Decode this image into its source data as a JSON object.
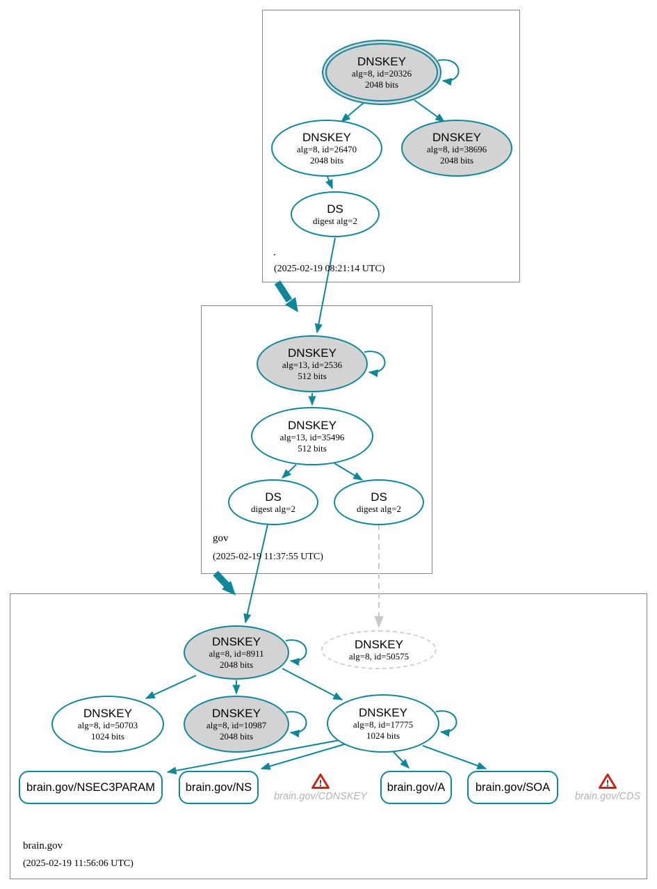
{
  "colors": {
    "accent_teal": "#0d8799",
    "node_fill_gray": "#d3d3d3",
    "dashed_gray": "#c9c9c9",
    "warning_red": "#cd2016",
    "zone_border_gray": "#848484"
  },
  "zones": {
    "root": {
      "name": ".",
      "timestamp": "(2025-02-19 08:21:14 UTC)"
    },
    "gov": {
      "name": "gov",
      "timestamp": "(2025-02-19 11:37:55 UTC)"
    },
    "brain": {
      "name": "brain.gov",
      "timestamp": "(2025-02-19 11:56:06 UTC)"
    }
  },
  "nodes": {
    "root_ksk": {
      "type": "DNSKEY",
      "detail1": "alg=8, id=20326",
      "detail2": "2048 bits"
    },
    "root_zsk": {
      "type": "DNSKEY",
      "detail1": "alg=8, id=26470",
      "detail2": "2048 bits"
    },
    "root_key38696": {
      "type": "DNSKEY",
      "detail1": "alg=8, id=38696",
      "detail2": "2048 bits"
    },
    "root_ds": {
      "type": "DS",
      "detail1": "digest alg=2"
    },
    "gov_ksk": {
      "type": "DNSKEY",
      "detail1": "alg=13, id=2536",
      "detail2": "512 bits"
    },
    "gov_zsk": {
      "type": "DNSKEY",
      "detail1": "alg=13, id=35496",
      "detail2": "512 bits"
    },
    "gov_ds_left": {
      "type": "DS",
      "detail1": "digest alg=2"
    },
    "gov_ds_right": {
      "type": "DS",
      "detail1": "digest alg=2"
    },
    "brain_ksk": {
      "type": "DNSKEY",
      "detail1": "alg=8, id=8911",
      "detail2": "2048 bits"
    },
    "brain_key_50575": {
      "type": "DNSKEY",
      "detail1": "alg=8, id=50575"
    },
    "brain_key_50703": {
      "type": "DNSKEY",
      "detail1": "alg=8, id=50703",
      "detail2": "1024 bits"
    },
    "brain_key_10987": {
      "type": "DNSKEY",
      "detail1": "alg=8, id=10987",
      "detail2": "2048 bits"
    },
    "brain_zsk": {
      "type": "DNSKEY",
      "detail1": "alg=8, id=17775",
      "detail2": "1024 bits"
    }
  },
  "rrsets": {
    "nsec3param": "brain.gov/NSEC3PARAM",
    "ns": "brain.gov/NS",
    "a": "brain.gov/A",
    "soa": "brain.gov/SOA"
  },
  "warnings": {
    "cdnskey": "brain.gov/CDNSKEY",
    "cds": "brain.gov/CDS",
    "glyph": "!"
  }
}
